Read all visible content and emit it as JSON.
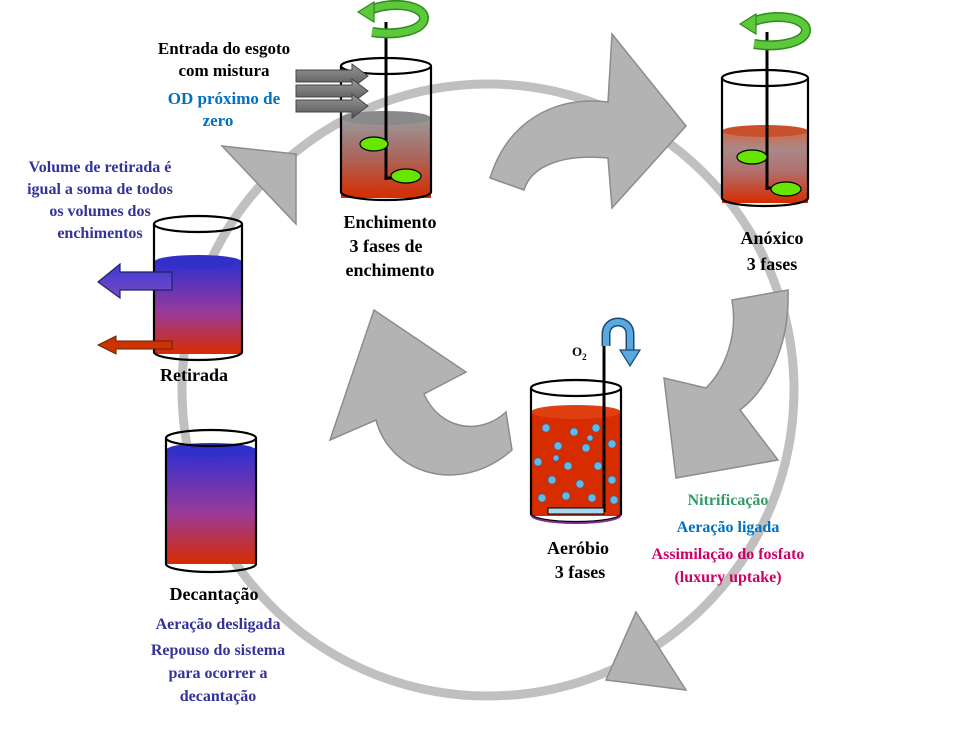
{
  "colors": {
    "ring": "#c0c0c0",
    "arrow_fill": "#b3b3b3",
    "arrow_stroke": "#8c8c8c",
    "black": "#000000",
    "blue_note": "#0070c0",
    "purple_note": "#333399",
    "green_note": "#339966",
    "magenta_note": "#cc0066",
    "rotor": "#5cc83a",
    "rotor_dark": "#2e8b22",
    "o2_arrow": "#5aa9dc",
    "bubble": "#5fb8e8",
    "diffuser": "#a8d8f0",
    "green_blob": "#66e600",
    "liquid_red": "#d62c00",
    "liquid_blue": "#2222cc",
    "liquid_grey": "#888888"
  },
  "enchimento": {
    "inlet_title": [
      "Entrada do esgoto",
      "com mistura"
    ],
    "inlet_note": [
      "OD próximo de",
      "zero"
    ],
    "label": [
      "Enchimento",
      "3 fases de",
      "enchimento"
    ]
  },
  "anoxico": {
    "label": [
      "Anóxico",
      "3 fases"
    ]
  },
  "aerobio": {
    "o2_main": "O",
    "o2_sub": "2",
    "label": [
      "Aeróbio",
      "3 fases"
    ],
    "notes": [
      "Nitrificação",
      "Aeração ligada",
      "Assimilação do fosfato",
      "(luxury uptake)"
    ]
  },
  "decantacao": {
    "label": "Decantação",
    "notes": [
      "Aeração desligada",
      "Repouso do sistema",
      "para ocorrer a",
      "decantação"
    ]
  },
  "retirada": {
    "label": "Retirada",
    "note": [
      "Volume de retirada é",
      "igual a soma de todos",
      "os volumes dos",
      "enchimentos"
    ]
  }
}
